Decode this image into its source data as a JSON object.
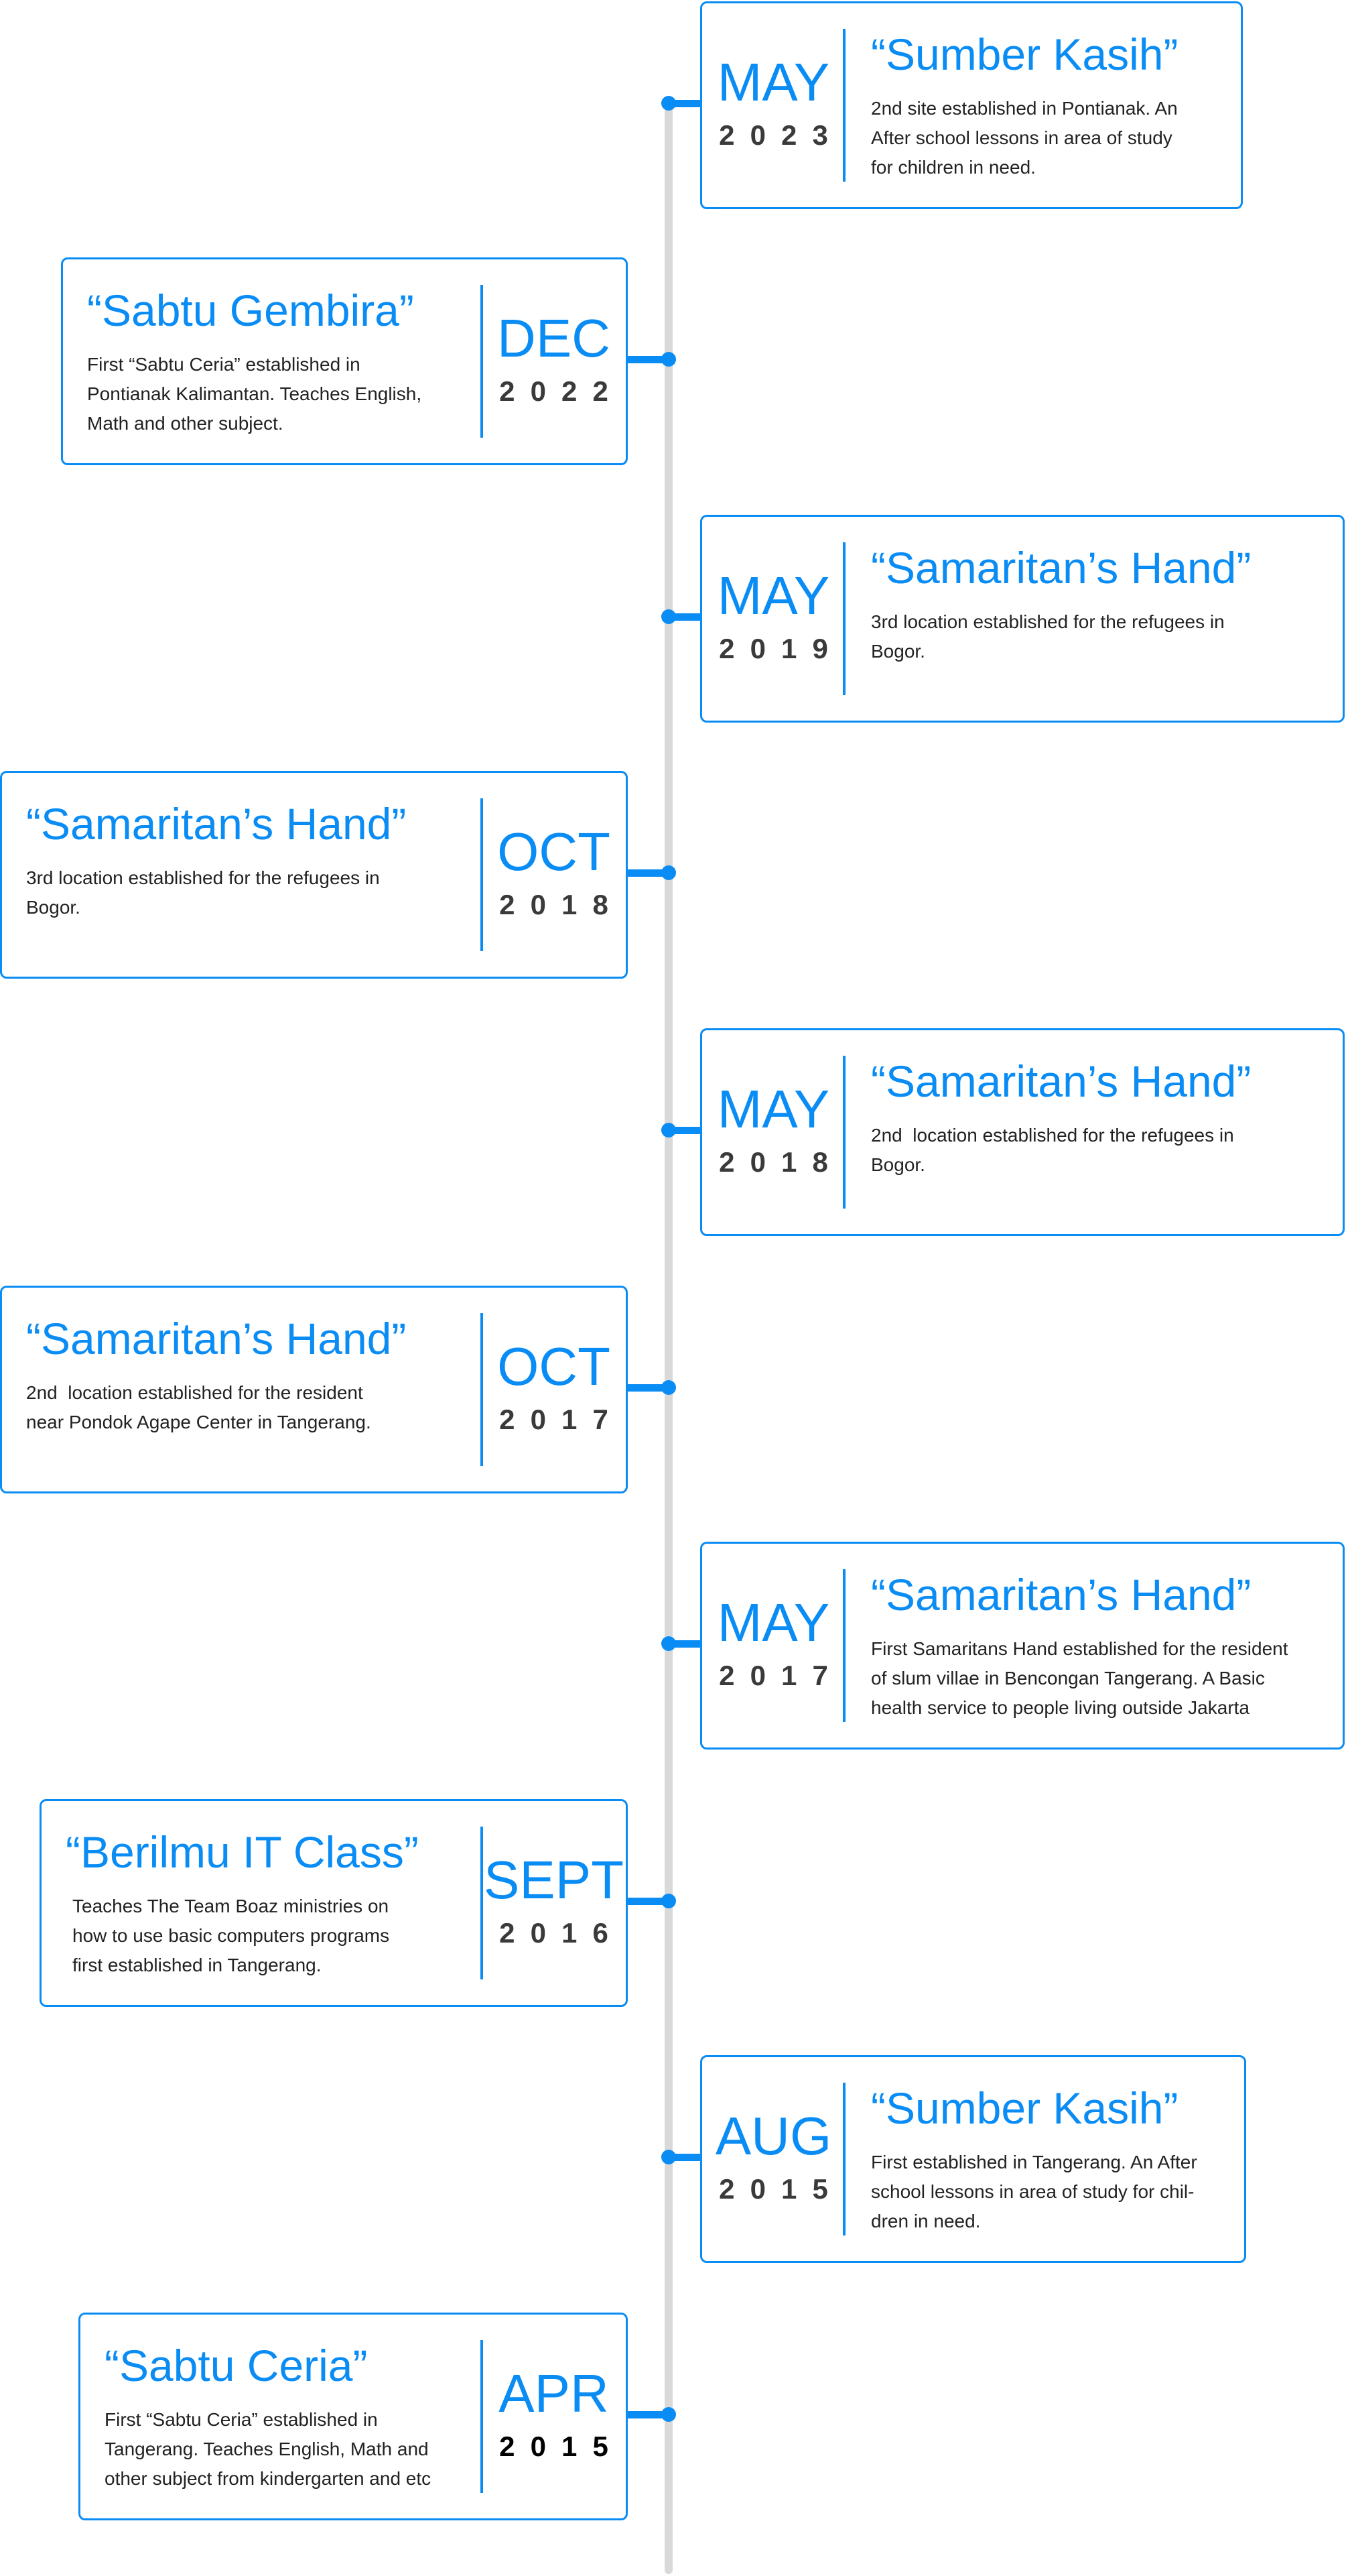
{
  "colors": {
    "accent": "#0a8cf5",
    "line": "#d9d9d9",
    "text": "#222222"
  },
  "events": [
    {
      "side": "right",
      "month": "MAY",
      "year": "2023",
      "title": "“Sumber Kasih”",
      "desc": "2nd site established in Pontianak. An\nAfter school lessons in area of study\nfor children in need."
    },
    {
      "side": "left",
      "month": "DEC",
      "year": "2022",
      "title": "“Sabtu Gembira”",
      "desc": "First “Sabtu Ceria” established in\nPontianak Kalimantan. Teaches English,\nMath and other subject."
    },
    {
      "side": "right",
      "month": "MAY",
      "year": "2019",
      "title": "“Samaritan’s Hand”",
      "desc": "3rd location established for the refugees in\nBogor."
    },
    {
      "side": "left",
      "month": "OCT",
      "year": "2018",
      "title": "“Samaritan’s Hand”",
      "desc": "3rd location established for the refugees in\nBogor."
    },
    {
      "side": "right",
      "month": "MAY",
      "year": "2018",
      "title": "“Samaritan’s Hand”",
      "desc": "2nd  location established for the refugees in\nBogor."
    },
    {
      "side": "left",
      "month": "OCT",
      "year": "2017",
      "title": "“Samaritan’s Hand”",
      "desc": "2nd  location established for the resident\nnear Pondok Agape Center in Tangerang."
    },
    {
      "side": "right",
      "month": "MAY",
      "year": "2017",
      "title": "“Samaritan’s Hand”",
      "desc": "First Samaritans Hand established for the resident\nof slum villae in Bencongan Tangerang. A Basic\nhealth service to people living outside Jakarta"
    },
    {
      "side": "left",
      "month": "SEPT",
      "year": "2016",
      "title": "“Berilmu IT Class”",
      "desc": "Teaches The Team Boaz ministries on\nhow to use basic computers programs\nfirst established in Tangerang."
    },
    {
      "side": "right",
      "month": "AUG",
      "year": "2015",
      "title": "“Sumber Kasih”",
      "desc": "First established in Tangerang. An After\nschool lessons in area of study for chil-\ndren in need."
    },
    {
      "side": "left",
      "month": "APR",
      "year": "2015",
      "title": "“Sabtu Ceria”",
      "desc": "First “Sabtu Ceria” established in\nTangerang. Teaches English, Math and\nother subject from kindergarten and etc"
    }
  ]
}
